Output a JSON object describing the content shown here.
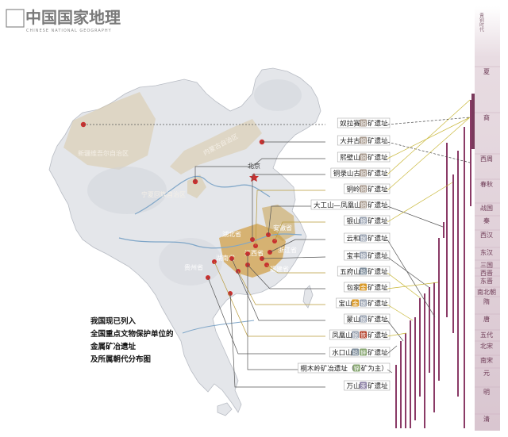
{
  "brand": {
    "name_cn": "中国国家地理",
    "name_en": "CHINESE NATIONAL GEOGRAPHY"
  },
  "caption": [
    "我国现已列入",
    "全国重点文物保护单位的",
    "金属矿冶遗址",
    "及所属朝代分布图"
  ],
  "map_labels": {
    "beijing": "北京",
    "regions": [
      "新疆维吾尔自治区",
      "内蒙古自治区",
      "宁夏回族自治区",
      "湖北省",
      "安徽省",
      "浙江省",
      "江西省",
      "湖南省",
      "福建省",
      "贵州省"
    ]
  },
  "timeline_header": "青铜时代",
  "dynasties": [
    "夏",
    "商",
    "西周",
    "春秋",
    "战国",
    "秦",
    "西汉",
    "东汉",
    "三国",
    "西晋",
    "东晋",
    "南北朝",
    "隋",
    "唐",
    "五代",
    "北宋",
    "南宋",
    "元",
    "明",
    "清"
  ],
  "sites": [
    {
      "pre": "奴拉赛",
      "badge": "铜",
      "post": "矿遗址",
      "color": "#a89a8e"
    },
    {
      "pre": "大井古",
      "badge": "铜",
      "post": "矿遗址",
      "color": "#a89a8e"
    },
    {
      "pre": "熙壁山",
      "badge": "铜",
      "post": "矿遗址",
      "color": "#a89a8e"
    },
    {
      "pre": "铜录山古",
      "badge": "铜",
      "post": "矿遗址",
      "color": "#a89a8e"
    },
    {
      "pre": "铜岭",
      "badge": "铜",
      "post": "矿遗址",
      "color": "#a89a8e"
    },
    {
      "pre": "大工山—凤凰山",
      "badge": "铜",
      "post": "矿遗址",
      "color": "#a89a8e"
    },
    {
      "pre": "银山",
      "badge": "银",
      "post": "矿遗址",
      "color": "#9aa3b2"
    },
    {
      "pre": "云和",
      "badge": "银",
      "post": "矿遗址",
      "color": "#9aa3b2"
    },
    {
      "pre": "宝丰",
      "badge": "银",
      "post": "矿遗址",
      "color": "#9aa3b2"
    },
    {
      "pre": "五府山",
      "badge": "铅",
      "post": "矿遗址",
      "color": "#7f8e9c"
    },
    {
      "pre": "包家",
      "badge": "金",
      "post": "矿遗址",
      "color": "#d99a2b"
    },
    {
      "pre": "宝山",
      "badge": "金",
      "badge2": "银",
      "post": "矿遗址",
      "color": "#d99a2b"
    },
    {
      "pre": "蒙山",
      "badge": "银",
      "post": "矿遗址",
      "color": "#9aa3b2"
    },
    {
      "pre": "凤凰山",
      "badge": "银",
      "badge2": "铁",
      "post": "矿遗址",
      "color": "#9aa3b2"
    },
    {
      "pre": "水口山",
      "badge": "铅",
      "badge2": "锌",
      "post": "矿遗址",
      "color": "#7f8e9c"
    },
    {
      "pre": "桐木岭矿冶遗址（",
      "badge": "锌",
      "post": "矿为主）",
      "color": "#8aa874"
    },
    {
      "pre": "万山",
      "badge": "汞",
      "post": "矿遗址",
      "color": "#8f84a8"
    }
  ]
}
